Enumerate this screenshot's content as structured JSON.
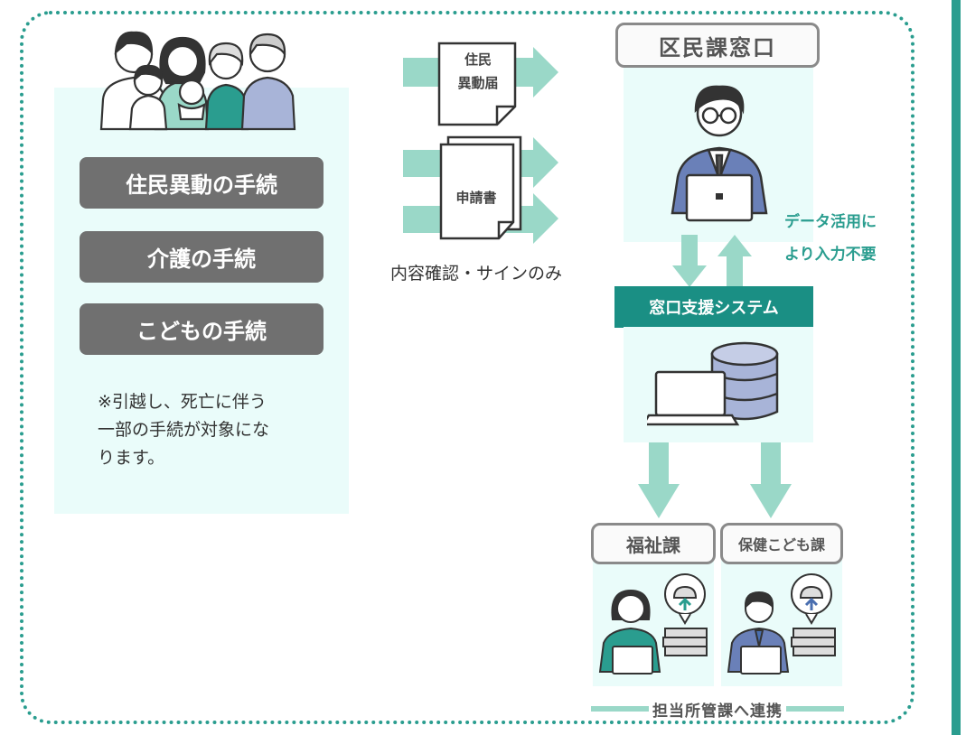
{
  "left": {
    "procedures": [
      "住民異動の手続",
      "介護の手続",
      "こどもの手続"
    ],
    "note": [
      "※引越し、死亡に伴う",
      "一部の手続が対象にな",
      "ります。"
    ]
  },
  "documents": {
    "doc1_label": [
      "住民",
      "異動届"
    ],
    "doc2_label": "申請書",
    "caption": "内容確認・サインのみ"
  },
  "counter": {
    "title": "区民課窓口",
    "data_note": [
      "データ活用に",
      "より入力不要"
    ],
    "system_label": "窓口支援システム"
  },
  "departments": {
    "welfare": "福祉課",
    "health": "保健こども課"
  },
  "footer": "担当所管課へ連携",
  "colors": {
    "accent_teal": "#2a9d8f",
    "arrow_green": "#9ad8c8",
    "panel_bg": "#eafcfa",
    "pill_gray": "#707070"
  }
}
